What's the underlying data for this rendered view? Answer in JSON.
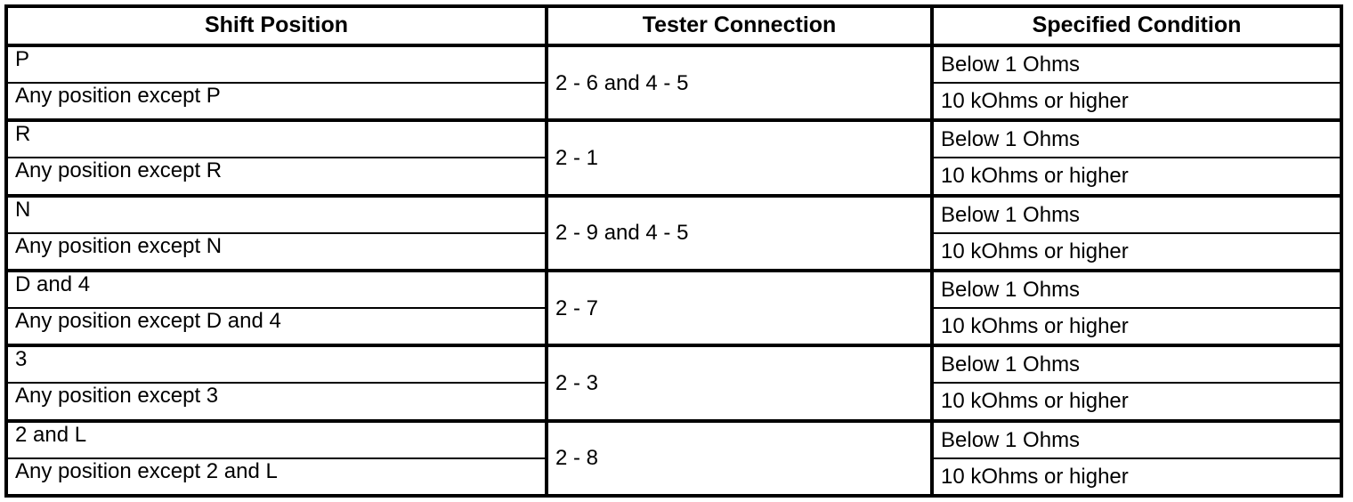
{
  "table": {
    "headers": [
      {
        "label": "Shift Position"
      },
      {
        "label": "Tester Connection"
      },
      {
        "label": "Specified Condition"
      }
    ],
    "groups": [
      {
        "tester_connection": "2 - 6 and 4 - 5",
        "rows": [
          {
            "shift_position": "P",
            "specified_condition": "Below 1 Ohms"
          },
          {
            "shift_position": "Any position except P",
            "specified_condition": "10 kOhms or higher"
          }
        ]
      },
      {
        "tester_connection": "2 - 1",
        "rows": [
          {
            "shift_position": "R",
            "specified_condition": "Below 1 Ohms"
          },
          {
            "shift_position": "Any position except R",
            "specified_condition": "10 kOhms or higher"
          }
        ]
      },
      {
        "tester_connection": "2 - 9 and 4 - 5",
        "rows": [
          {
            "shift_position": "N",
            "specified_condition": "Below 1 Ohms"
          },
          {
            "shift_position": "Any position except N",
            "specified_condition": "10 kOhms or higher"
          }
        ]
      },
      {
        "tester_connection": "2 - 7",
        "rows": [
          {
            "shift_position": "D and 4",
            "specified_condition": "Below 1 Ohms"
          },
          {
            "shift_position": "Any position except D and 4",
            "specified_condition": "10 kOhms or higher"
          }
        ]
      },
      {
        "tester_connection": "2 - 3",
        "rows": [
          {
            "shift_position": "3",
            "specified_condition": "Below 1 Ohms"
          },
          {
            "shift_position": "Any position except 3",
            "specified_condition": "10 kOhms or higher"
          }
        ]
      },
      {
        "tester_connection": "2 - 8",
        "rows": [
          {
            "shift_position": "2 and L",
            "specified_condition": "Below 1 Ohms"
          },
          {
            "shift_position": "Any position except 2 and L",
            "specified_condition": "10 kOhms or higher"
          }
        ]
      }
    ]
  },
  "colors": {
    "border": "#000000",
    "text": "#000000",
    "background": "#ffffff"
  }
}
